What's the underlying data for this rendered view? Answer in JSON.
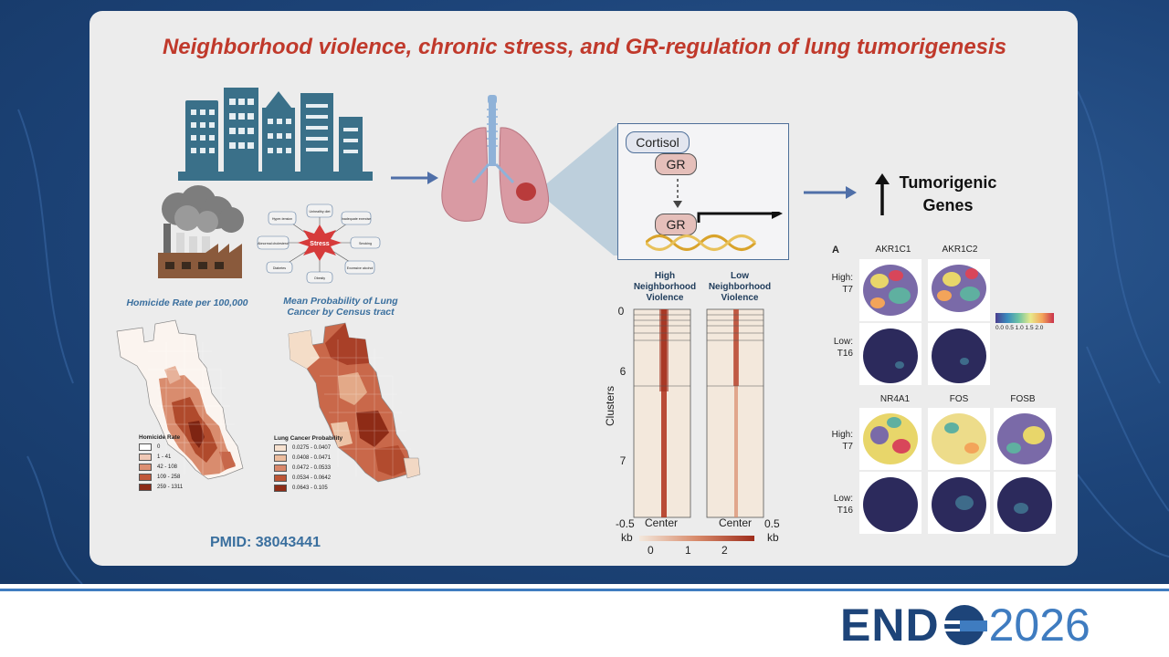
{
  "slide": {
    "title": "Neighborhood violence, chronic stress, and GR-regulation of lung tumorigenesis",
    "pmid": "PMID: 38043441"
  },
  "stress_diagram": {
    "center": "Stress",
    "factors": [
      "Unhealthy diet",
      "Hyper-tension",
      "Inadequate exercise",
      "Abnormal cholesterol",
      "Smoking",
      "Diabetes",
      "Excessive alcohol",
      "Obesity"
    ]
  },
  "maps": {
    "homicide": {
      "title": "Homicide Rate per 100,000",
      "legend_title": "Homicide Rate",
      "legend": [
        {
          "label": "0",
          "color": "#ffffff"
        },
        {
          "label": "1 - 41",
          "color": "#f0c8b5"
        },
        {
          "label": "42 - 108",
          "color": "#dc8f72"
        },
        {
          "label": "109 - 258",
          "color": "#c0583b"
        },
        {
          "label": "259 - 1311",
          "color": "#8d2b18"
        }
      ]
    },
    "lung": {
      "title": "Mean Probability of Lung Cancer by Census tract",
      "legend_title": "Lung Cancer Probability",
      "legend": [
        {
          "label": "0.0275 - 0.0407",
          "color": "#f6e1cf"
        },
        {
          "label": "0.0408 - 0.0471",
          "color": "#ecbc9d"
        },
        {
          "label": "0.0472 - 0.0533",
          "color": "#d9876a"
        },
        {
          "label": "0.0534 - 0.0642",
          "color": "#bd5535"
        },
        {
          "label": "0.0643 - 0.105",
          "color": "#8f2d17"
        }
      ]
    }
  },
  "mechanism": {
    "cortisol": "Cortisol",
    "gr_top": "GR",
    "gr_bottom": "GR"
  },
  "outcome": {
    "line1": "Tumorigenic",
    "line2": "Genes"
  },
  "heatmap": {
    "col_high": [
      "High",
      "Neighborhood",
      "Violence"
    ],
    "col_low": [
      "Low",
      "Neighborhood",
      "Violence"
    ],
    "y_axis_label": "Clusters",
    "cluster_ticks": [
      "0",
      "6",
      "7"
    ],
    "x_left": "-0.5",
    "x_center": "Center",
    "x_right": "0.5",
    "x_unit": "kb",
    "scale_ticks": [
      "0",
      "1",
      "2"
    ],
    "colors": {
      "low": "#f3e8dc",
      "high": "#9e2d1c"
    }
  },
  "spatial": {
    "panel_letter": "A",
    "top_genes": [
      "AKR1C1",
      "AKR1C2"
    ],
    "bottom_genes": [
      "NR4A1",
      "FOS",
      "FOSB"
    ],
    "row_high_a": "High:",
    "row_high_b": "T7",
    "row_low_a": "Low:",
    "row_low_b": "T16",
    "colorbar_ticks": "0.0 0.5 1.0 1.5 2.0"
  },
  "logo": {
    "word": "END",
    "year": "2026"
  }
}
